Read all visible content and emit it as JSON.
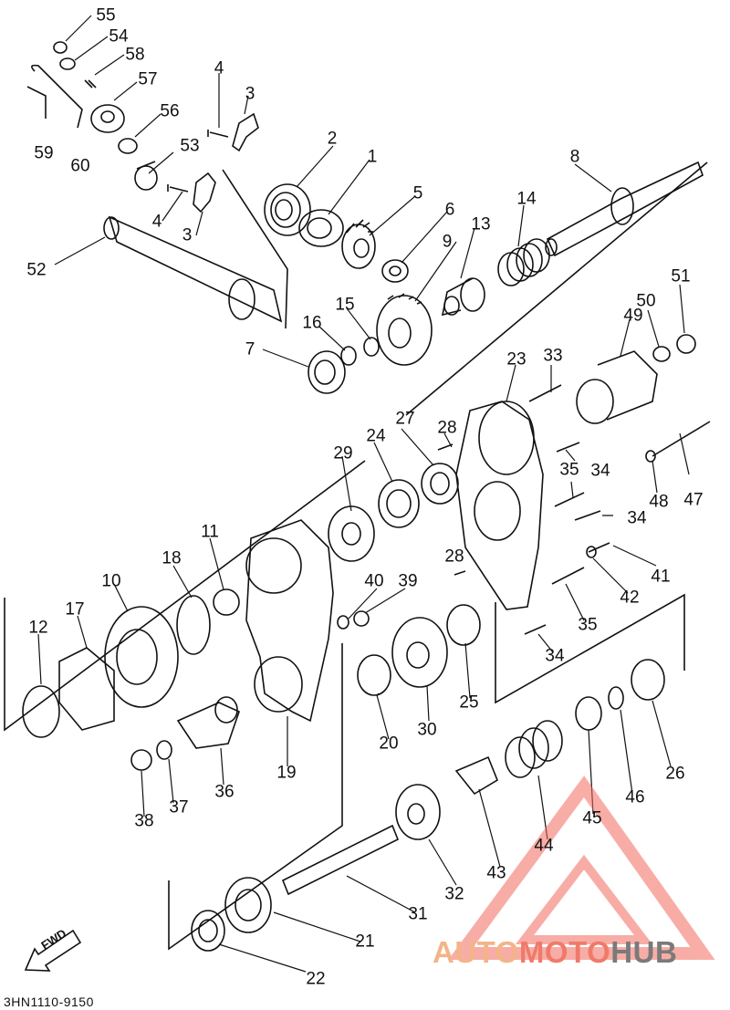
{
  "diagram": {
    "code": "3HN1110-9150",
    "part_numbers": [
      "1",
      "2",
      "3",
      "3",
      "4",
      "4",
      "5",
      "6",
      "7",
      "8",
      "9",
      "10",
      "11",
      "12",
      "13",
      "14",
      "15",
      "16",
      "17",
      "18",
      "19",
      "20",
      "21",
      "22",
      "23",
      "24",
      "25",
      "26",
      "27",
      "28",
      "28",
      "29",
      "30",
      "31",
      "32",
      "33",
      "34",
      "34",
      "34",
      "35",
      "35",
      "36",
      "37",
      "38",
      "39",
      "40",
      "41",
      "42",
      "43",
      "44",
      "45",
      "46",
      "47",
      "48",
      "49",
      "50",
      "51",
      "52",
      "53",
      "54",
      "55",
      "56",
      "57",
      "58",
      "59",
      "60"
    ],
    "direction_indicator": "FWD"
  },
  "watermark": {
    "part1": "AUTO",
    "part2": "MOTO",
    "part3": "HUB",
    "colors": {
      "auto": "#f3b489",
      "moto": "#f07a6a",
      "hub": "#7a7a7a",
      "triangle": "#f26b5e"
    }
  },
  "colors": {
    "ink": "#111111",
    "background": "#ffffff"
  }
}
